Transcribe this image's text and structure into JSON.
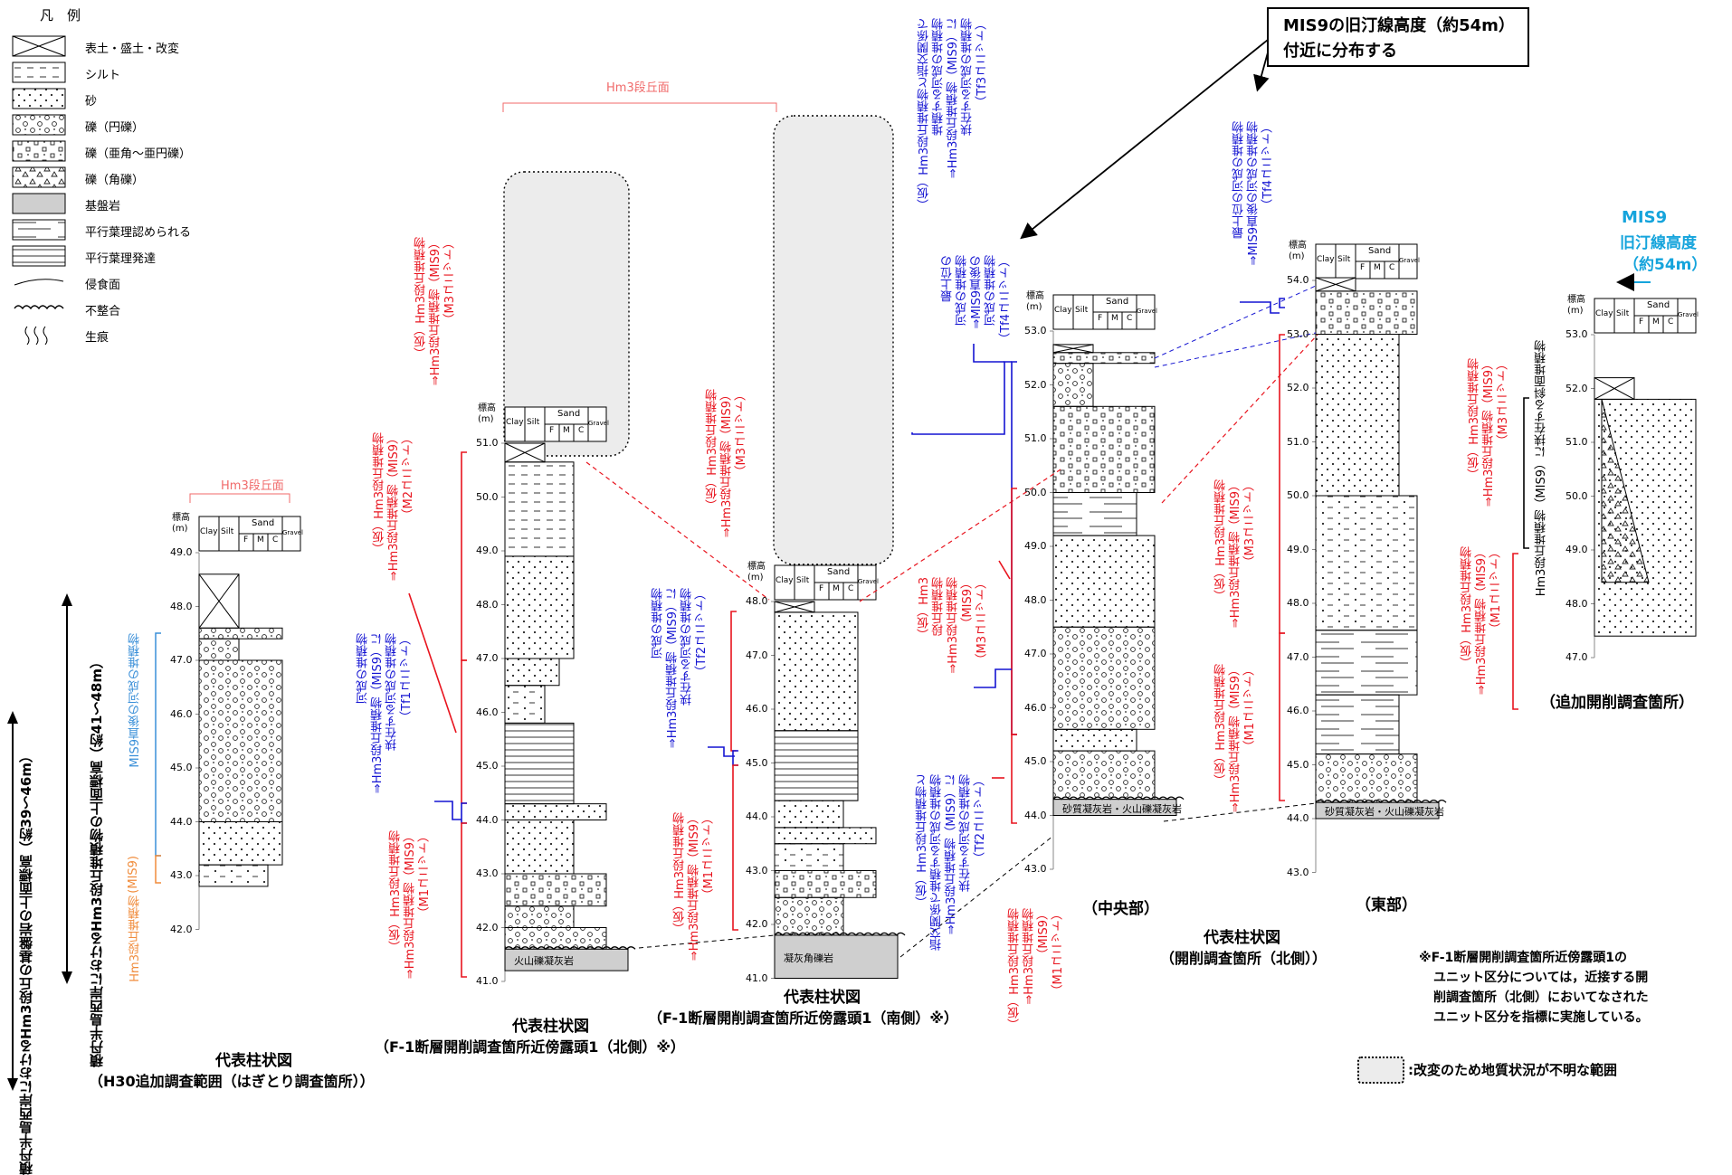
{
  "legend": {
    "title": "凡　例",
    "items": [
      {
        "key": "topsoil",
        "label": "表土・盛土・改変"
      },
      {
        "key": "silt",
        "label": "シルト"
      },
      {
        "key": "sand",
        "label": "砂"
      },
      {
        "key": "gravel_round",
        "label": "礫（円礫）"
      },
      {
        "key": "gravel_subangular",
        "label": "礫（亜角～亜円礫）"
      },
      {
        "key": "gravel_angular",
        "label": "礫（角礫）"
      },
      {
        "key": "bedrock",
        "label": "基盤岩"
      },
      {
        "key": "lamina_some",
        "label": "平行葉理認められる"
      },
      {
        "key": "lamina_dev",
        "label": "平行葉理発達"
      },
      {
        "key": "erosion",
        "label": "侵食面"
      },
      {
        "key": "unconformity",
        "label": "不整合"
      },
      {
        "key": "bioturbation",
        "label": "生痕"
      }
    ]
  },
  "header": {
    "elev_label": "標高",
    "elev_unit": "(m)",
    "clay": "Clay",
    "silt": "Silt",
    "sand": "Sand",
    "gravel": "Gravel",
    "f": "F",
    "m": "M",
    "c": "C"
  },
  "callout": {
    "line1": "MIS9の旧汀線高度（約54m）",
    "line2": "付近に分布する"
  },
  "mis9_marker": {
    "line1": "MIS9",
    "line2": "旧汀線高度",
    "line3": "（約54m）"
  },
  "terrace": {
    "label": "Hm3段丘面"
  },
  "left_axis": {
    "top_label": "積丹半島西岸におけるHm3段丘の基盤岩の上面標高",
    "top_range": "（約39～46m）",
    "mid_label": "積丹半島西岸におけるHm3段丘堆積物の上面標高（約41～48m）",
    "fluvial": "MIS9直後の河成の堆積物",
    "terrace_deposit": "Hm3段丘堆積物",
    "mis9": "(MIS9)"
  },
  "columns": [
    {
      "id": "c1",
      "ticks": [
        "49.0",
        "48.0",
        "47.0",
        "46.0",
        "45.0",
        "44.0",
        "43.0",
        "42.0"
      ],
      "title1": "代表柱状図",
      "title2": "（H30追加調査範囲（はぎとり調査箇所））"
    },
    {
      "id": "c2",
      "ticks": [
        "51.0",
        "50.0",
        "49.0",
        "48.0",
        "47.0",
        "46.0",
        "45.0",
        "44.0",
        "43.0",
        "42.0",
        "41.0"
      ],
      "bedrock": "火山礫凝灰岩",
      "title1": "代表柱状図",
      "title2": "（F-1断層開削調査箇所近傍露頭1（北側）※）"
    },
    {
      "id": "c3",
      "ticks": [
        "48.0",
        "47.0",
        "46.0",
        "45.0",
        "44.0",
        "43.0",
        "42.0",
        "41.0"
      ],
      "bedrock": "凝灰角礫岩",
      "title1": "代表柱状図",
      "title2": "（F-1断層開削調査箇所近傍露頭1（南側）※）"
    },
    {
      "id": "c4",
      "ticks": [
        "53.0",
        "52.0",
        "51.0",
        "50.0",
        "49.0",
        "48.0",
        "47.0",
        "46.0",
        "45.0",
        "44.0",
        "43.0"
      ],
      "bedrock": "砂質凝灰岩・火山礫凝灰岩",
      "subtitle": "（中央部）"
    },
    {
      "id": "c5",
      "ticks": [
        "54.0",
        "53.0",
        "52.0",
        "51.0",
        "50.0",
        "49.0",
        "48.0",
        "47.0",
        "46.0",
        "45.0",
        "44.0",
        "43.0"
      ],
      "bedrock": "砂質凝灰岩・火山礫凝灰岩",
      "subtitle": "（東部）"
    },
    {
      "id": "c6",
      "ticks": [
        "53.0",
        "52.0",
        "51.0",
        "50.0",
        "49.0",
        "48.0",
        "47.0"
      ],
      "subtitle": "（追加開削調査箇所）"
    }
  ],
  "group_title": {
    "line1": "代表柱状図",
    "line2": "（開削調査箇所（北側））"
  },
  "note": {
    "line1": "※F-1断層開削調査箇所近傍露頭1の",
    "line2": "ユニット区分については，近接する開",
    "line3": "削調査箇所（北側）においてなされた",
    "line4": "ユニット区分を指標に実施している。"
  },
  "unknown_legend": ":改変のため地質状況が不明な範囲",
  "annotations": {
    "c2_m3": [
      "（仮）Hm3段丘堆積物",
      "⇒Hm3段丘堆積物（MIS9）",
      "（M3ユニット）"
    ],
    "c2_m2": [
      "（仮）Hm3段丘堆積物",
      "⇒Hm3段丘堆積物（MIS9）",
      "（M2ユニット）"
    ],
    "c2_tf1": [
      "河成の堆積物",
      "⇒Hm3段丘堆積物（MIS9）に",
      "挟在する河成の堆積物",
      "（Tf1ユニット）"
    ],
    "c2_m1": [
      "（仮）Hm3段丘堆積物",
      "⇒Hm3段丘堆積物（MIS9）",
      "（M1ユニット）"
    ],
    "c3_m3": [
      "（仮）Hm3段丘堆積物",
      "⇒Hm3段丘堆積物（MIS9）",
      "（M3ユニット）"
    ],
    "c3_tf2": [
      "河成の堆積物",
      "⇒Hm3段丘堆積物（MIS9）に",
      "挟在する河成の堆積物",
      "（Tf2ユニット）"
    ],
    "c3_m1": [
      "（仮）Hm3段丘堆積物",
      "⇒Hm3段丘堆積物（MIS9）",
      "（M1ユニット）"
    ],
    "c4_tf3": [
      "（仮）Hm3段丘堆積物と指交関係で",
      "堆積する河成の堆積物",
      "⇒Hm3段丘堆積物（MIS9）に",
      "挟在する河成の堆積物",
      "（Tf3ユニット）"
    ],
    "c4_tf4": [
      "最上位の",
      "河成の堆積物",
      "⇒MIS9直後の",
      "河成の堆積物",
      "（Tf4ユニット）"
    ],
    "c4_m3": [
      "（仮）Hm3",
      "段丘堆積物",
      "⇒Hm3段丘堆積物",
      "（MIS9）",
      "（M3ユニット）"
    ],
    "c4_tf2": [
      "（仮）Hm3段丘堆積物と",
      "指交関係で堆積する河成の堆積物",
      "⇒Hm3段丘堆積物（MIS9）に",
      "挟在する河成の堆積物",
      "（Tf2ユニット）"
    ],
    "c4_m1": [
      "（仮）Hm3段丘堆積物",
      "⇒Hm3段丘堆積物",
      "（MIS9）",
      "（M1ユニット）"
    ],
    "c5_tf4": [
      "最上位の河成の堆積物",
      "⇒MIS9直後の河成の堆積物",
      "（Tf4ユニット）"
    ],
    "c5_m3": [
      "（仮）Hm3段丘堆積物",
      "⇒Hm3段丘堆積物（MIS9）",
      "（M3ユニット）"
    ],
    "c5_m1": [
      "（仮）Hm3段丘堆積物",
      "⇒Hm3段丘堆積物（MIS9）",
      "（M1ユニット）"
    ],
    "c6_m3": [
      "（仮）Hm3段丘堆積物",
      "⇒Hm3段丘堆積物（MIS9）",
      "（M3ユニット）"
    ],
    "c6_m1": [
      "（仮）Hm3段丘堆積物",
      "⇒Hm3段丘堆積物（MIS9）",
      "（M1ユニット）"
    ],
    "c6_slope": [
      "Hm3段丘堆積物（MIS9）に挟在する斜面堆積物"
    ]
  }
}
